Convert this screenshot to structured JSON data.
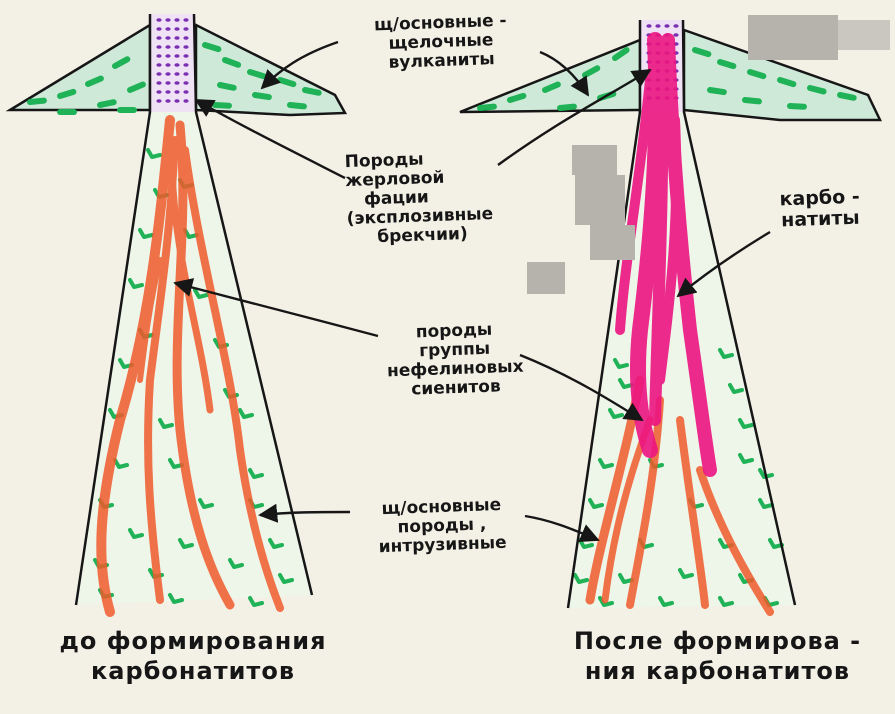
{
  "labels": {
    "volcanites": [
      "щ/основные -",
      "щелочные",
      "вулканиты"
    ],
    "vent_rocks": [
      "Породы",
      "жерловой",
      "фации",
      "(эксплозивные",
      "брекчии)"
    ],
    "carbonatites": [
      "карбо -",
      "натиты"
    ],
    "nepheline": [
      "породы",
      "группы",
      "нефелиновых",
      "сиенитов"
    ],
    "intrusive": [
      "щ/основные",
      "породы ,",
      "интрузивные"
    ],
    "before": [
      "до формирования",
      "карбонатитов"
    ],
    "after": [
      "После формирова -",
      "ния карбонатитов"
    ]
  },
  "colors": {
    "background": "#f3f1e6",
    "outline": "#161616",
    "volcanite_fill": "#cfe9d9",
    "volcanite_dash": "#1fb257",
    "vent_dots": "#7a2fb0",
    "syenite_orange": "#f05a2c",
    "carbonatite_magenta": "#ec1581",
    "intrusive_check": "#1fb257",
    "redaction": "#b5b3ab"
  }
}
